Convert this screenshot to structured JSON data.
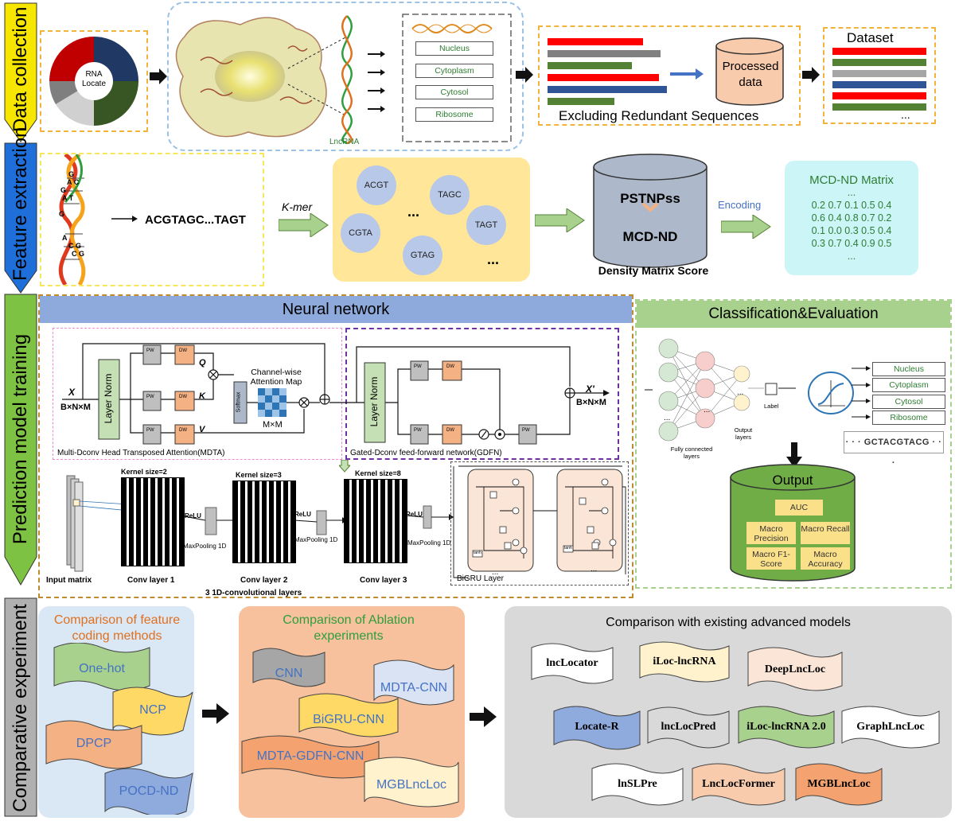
{
  "stages": {
    "data_collection": "Data collection",
    "feature_extraction": "Feature extraction",
    "prediction": "Prediction model   training",
    "comparative": "Comparative experiment"
  },
  "data_collection": {
    "pie_label_1": "RNA",
    "pie_label_2": "Locate",
    "lncrna_label": "LncRNA",
    "locations": [
      "Nucleus",
      "Cytoplasm",
      "Cytosol",
      "Ribosome"
    ],
    "processed_1": "Processed",
    "processed_2": "data",
    "excluding": "Excluding Redundant Sequences",
    "dataset": "Dataset",
    "ellipsis": "..."
  },
  "feature_extraction": {
    "sequence": "ACGTAGC...TAGT",
    "kmer": "K-mer",
    "kmers": [
      "ACGT",
      "TAGC",
      "CGTA",
      "TAGT",
      "GTAG"
    ],
    "dots": "...",
    "pstnpss": "PSTNPss",
    "mcdnd": "MCD-ND",
    "density": "Density Matrix Score",
    "encoding": "Encoding",
    "matrix_title": "MCD-ND Matrix",
    "matrix_rows": [
      "...",
      "0.2 0.7 0.1 0.5 0.4",
      "0.6 0.4 0.8 0.7 0.2",
      "0.1 0.0 0.3 0.5 0.4",
      "0.3 0.7 0.4 0.9 0.5",
      "..."
    ],
    "dna_letters": [
      "G",
      "A",
      "G",
      "C",
      "A",
      "T",
      "G",
      "C",
      "A",
      "T",
      "C",
      "G",
      "C",
      "G"
    ]
  },
  "neural": {
    "title": "Neural network",
    "x": "X",
    "bnm": "B×N×M",
    "layer_norm": "Layer Norm",
    "pw": "PW",
    "conv": "Conv",
    "dw": "DW",
    "q": "Q",
    "k": "K",
    "v": "V",
    "softmax": "Softmax",
    "attn_1": "Channel-wise",
    "attn_2": "Attention Map",
    "mxm": "M×M",
    "mdta": "Multi-Dconv Head Transposed Attention(MDTA)",
    "gdfn": "Gated-Dconv feed-forward network(GDFN)",
    "x_prime": "X'",
    "bnm2": "B×N×M",
    "kernel_sizes": [
      "Kernel size=2",
      "Kernel size=3",
      "Kernel size=8"
    ],
    "relu": "ReLU",
    "maxpool": "MaxPooling 1D",
    "input_matrix": "Input matrix",
    "conv_layers": [
      "Conv layer 1",
      "Conv layer 2",
      "Conv layer 3"
    ],
    "conv_caption": "3 1D-convolutional layers",
    "bigru": "BiGRU Layer",
    "tanh": "tanh",
    "sigma": "σ"
  },
  "classification": {
    "title": "Classification&Evaluation",
    "fc": "Fully connected layers",
    "output_layers": "Output layers",
    "label": "Label",
    "locations": [
      "Nucleus",
      "Cytoplasm",
      "Cytosol",
      "Ribosome"
    ],
    "motif": "· · · GCTACGTACG · · ·",
    "output": "Output",
    "metrics": [
      "AUC",
      "Macro Precision",
      "Macro Recall",
      "Macro F1-Score",
      "Macro Accuracy"
    ]
  },
  "comparative": {
    "feature_title": "Comparison of feature coding methods",
    "feature_methods": [
      "One-hot",
      "NCP",
      "DPCP",
      "POCD-ND"
    ],
    "ablation_title": "Comparison of Ablation experiments",
    "ablation_methods": [
      "CNN",
      "MDTA-CNN",
      "BiGRU-CNN",
      "MDTA-GDFN-CNN",
      "MGBLncLoc"
    ],
    "models_title": "Comparison with existing advanced models",
    "models": [
      "lncLocator",
      "iLoc-lncRNA",
      "DeepLncLoc",
      "Locate-R",
      "lncLocPred",
      "iLoc-lncRNA 2.0",
      "GraphLncLoc",
      "lnSLPre",
      "LncLocFormer",
      "MGBLncLoc"
    ]
  },
  "colors": {
    "yellow": "#f7e600",
    "blue": "#1e6fd9",
    "green": "#7dc242",
    "gray": "#b0b0b0",
    "nn_header": "#8ea9db",
    "ce_header": "#a9d18e"
  }
}
